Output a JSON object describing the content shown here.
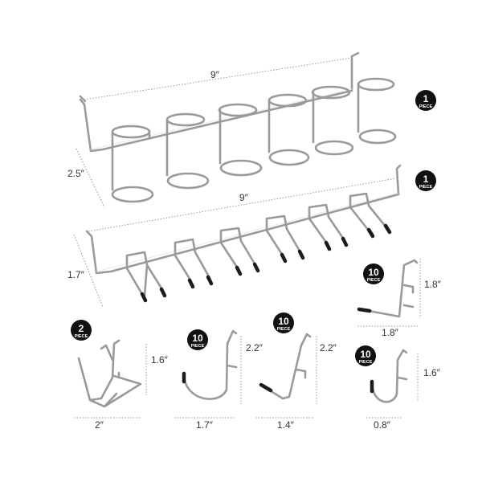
{
  "colors": {
    "badge": "#111111",
    "wire": "#9a9a9a",
    "tip": "#1c1c1c",
    "guide": "#999999"
  },
  "racks": {
    "ring_rack": {
      "width_label": "9″",
      "depth_label": "2.5″",
      "badge": {
        "count": "1",
        "unit": "PIECE"
      }
    },
    "hook_rack": {
      "width_label": "9″",
      "height_label": "1.7″",
      "badge": {
        "count": "1",
        "unit": "PIECE"
      }
    }
  },
  "hooks": {
    "double_hook": {
      "width_label": "2″",
      "height_label": "1.6″",
      "badge": {
        "count": "2",
        "unit": "PIECE"
      }
    },
    "j_hook": {
      "width_label": "1.7″",
      "height_label": "2.2″",
      "badge": {
        "count": "10",
        "unit": "PIECE"
      }
    },
    "angle_hook_tall": {
      "width_label": "1.4″",
      "height_label": "2.2″",
      "badge": {
        "count": "10",
        "unit": "PIECE"
      }
    },
    "l_hook": {
      "width_label": "1.8″",
      "height_label": "1.8″",
      "badge": {
        "count": "10",
        "unit": "PIECE"
      }
    },
    "small_j_hook": {
      "width_label": "0.8″",
      "height_label": "1.6″",
      "badge": {
        "count": "10",
        "unit": "PIECE"
      }
    }
  }
}
